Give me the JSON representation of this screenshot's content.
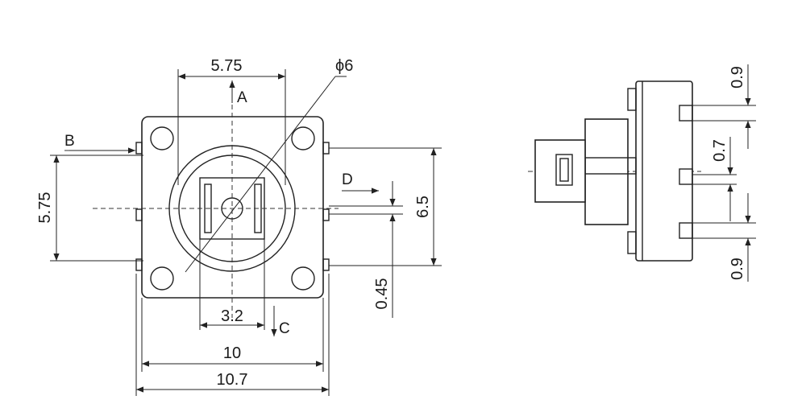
{
  "front_view": {
    "dimensions": {
      "top_width": "5.75",
      "left_height": "5.75",
      "diameter": "ϕ6",
      "right_height": "6.5",
      "pin_offset": "0.45",
      "inner_width": "3.2",
      "body_width": "10",
      "overall_width": "10.7"
    },
    "section_labels": {
      "a": "A",
      "b": "B",
      "c": "C",
      "d": "D"
    }
  },
  "side_view": {
    "dimensions": {
      "top_pin": "0.9",
      "pin_pitch": "0.7",
      "bottom_pin": "0.9"
    }
  }
}
